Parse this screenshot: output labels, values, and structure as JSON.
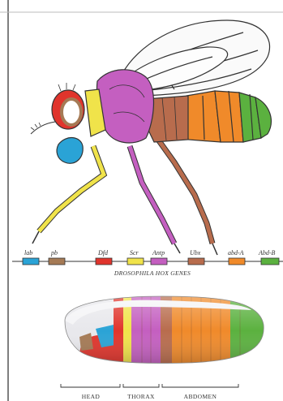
{
  "gene_labels": {
    "lab": "lab",
    "pb": "pb",
    "dfd": "Dfd",
    "scr": "Scr",
    "antp": "Antp",
    "ubx": "Ubx",
    "abd_a": "abd-A",
    "abd_b": "Abd-B"
  },
  "caption": "DROSOPHILA HOX GENES",
  "region_labels": {
    "head": "HEAD",
    "thorax": "THORAX",
    "abdomen": "ABDOMEN"
  },
  "colors": {
    "lab": "#2aa3d6",
    "pb": "#a57a55",
    "dfd": "#e0342c",
    "scr": "#f0e34a",
    "antp": "#c45fc0",
    "ubx": "#b86c4d",
    "abd_a": "#f08a2a",
    "abd_b": "#5bb13f"
  }
}
